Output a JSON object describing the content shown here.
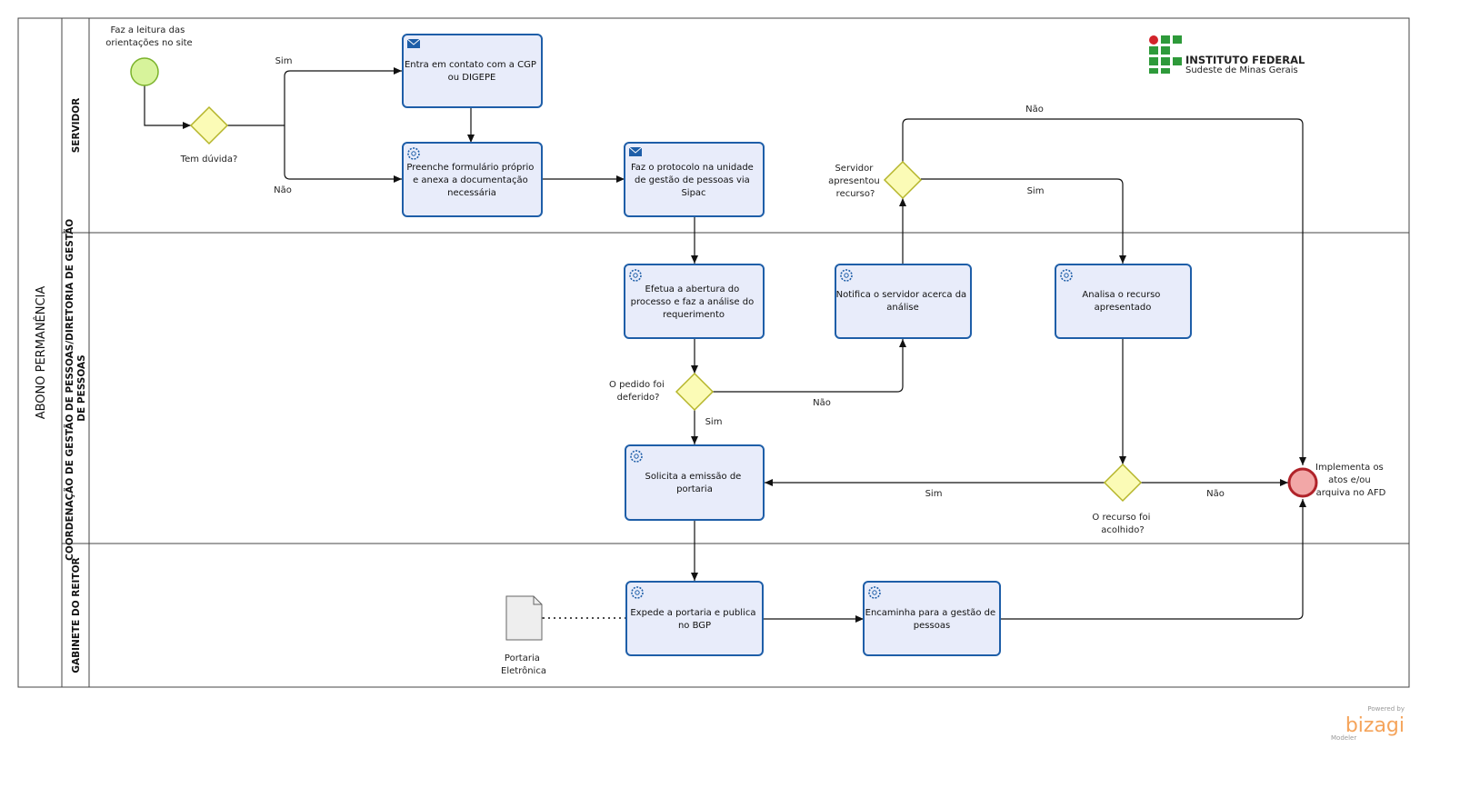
{
  "pool": {
    "title": "ABONO PERMANÊNCIA"
  },
  "lanes": {
    "servidor": "SERVIDOR",
    "coordenacao": "COORDENAÇÃO DE GESTÃO DE PESSOAS/DIRETORIA DE GESTÃO DE PESSOAS",
    "gabinete": "GABINETE DO REITOR"
  },
  "logo": {
    "name": "INSTITUTO FEDERAL",
    "subtitle": "Sudeste de Minas Gerais"
  },
  "start_event": {
    "label": "Faz a leitura das orientações no site"
  },
  "end_event": {
    "label": "Implementa os atos e/ou arquiva no AFD"
  },
  "gateways": {
    "duvida": "Tem dúvida?",
    "recurso_apresentado": "Servidor apresentou recurso?",
    "deferido": "O pedido foi deferido?",
    "acolhido": "O recurso foi acolhido?"
  },
  "tasks": {
    "contato": {
      "text": "Entra em contato com a CGP ou DIGEPE",
      "icon": "envelope-icon"
    },
    "formulario": {
      "text": "Preenche formulário próprio e anexa a documentação necessária",
      "icon": "gear-icon"
    },
    "protocolo": {
      "text": "Faz o protocolo na unidade de gestão de pessoas via Sipac",
      "icon": "envelope-icon"
    },
    "abertura": {
      "text": "Efetua a abertura do processo e faz a análise do requerimento",
      "icon": "gear-icon"
    },
    "notifica": {
      "text": "Notifica o servidor acerca da análise",
      "icon": "gear-icon"
    },
    "analisa": {
      "text": "Analisa o recurso apresentado",
      "icon": "gear-icon"
    },
    "solicita": {
      "text": "Solicita a emissão de portaria",
      "icon": "gear-icon"
    },
    "expede": {
      "text": "Expede a portaria e publica no BGP",
      "icon": "gear-icon"
    },
    "encaminha": {
      "text": "Encaminha para a gestão de pessoas",
      "icon": "gear-icon"
    }
  },
  "artifact": {
    "label": "Portaria Eletrônica"
  },
  "flow_labels": {
    "sim_contato": "Sim",
    "nao_form": "Não",
    "nao_top": "Não",
    "sim_recurso": "Sim",
    "sim_deferido": "Sim",
    "nao_deferido": "Não",
    "sim_acolhido": "Sim",
    "nao_acolhido": "Não"
  },
  "watermark": {
    "powered": "Powered by",
    "brand": "bizagi",
    "product": "Modeler"
  },
  "colors": {
    "task_fill": "#e8ecfa",
    "task_border": "#1e5ea8",
    "start_fill": "#d7f39b",
    "start_border": "#7ab22a",
    "gateway_fill": "#fbfbb6",
    "gateway_border": "#b5b52a",
    "end_fill": "#f2a7a7",
    "end_border": "#b0232a",
    "logo_green": "#2e9a3a",
    "logo_red": "#d2232a",
    "bizagi_orange": "#f5a45b"
  }
}
